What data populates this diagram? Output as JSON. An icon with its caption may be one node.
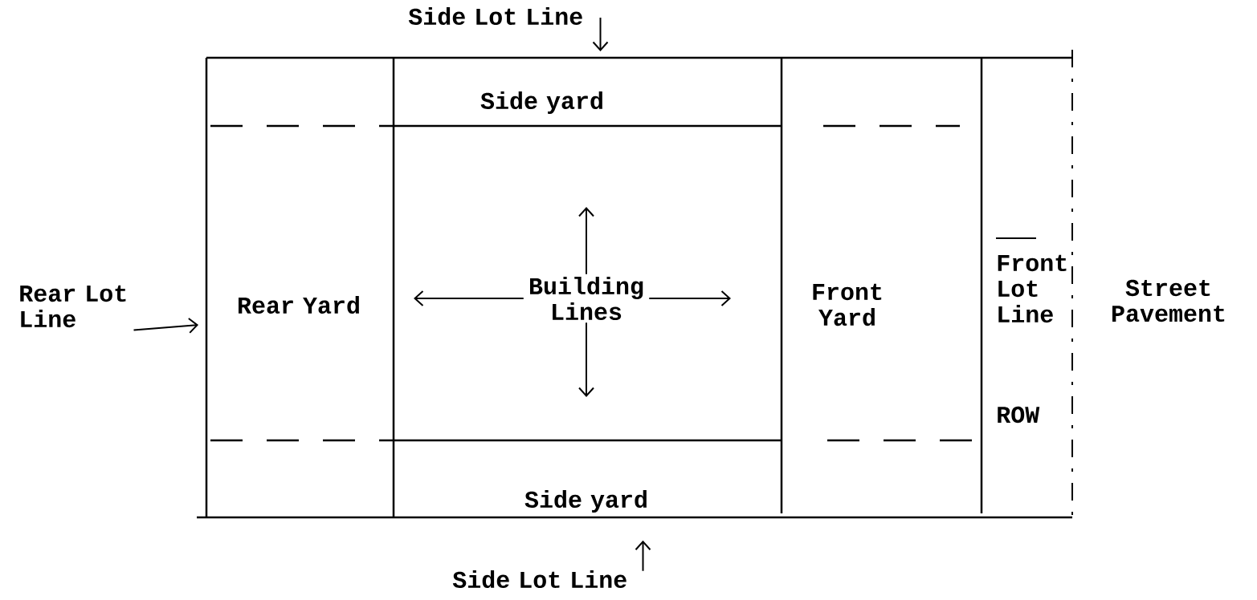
{
  "diagram": {
    "nodes": [
      {
        "text": [
          "Side Lot Line"
        ]
      },
      {
        "text": [
          "Rear Lot Line"
        ]
      },
      {
        "text": [
          "Building Lines"
        ]
      },
      {
        "text": [
          "Side Lot Line"
        ]
      }
    ],
    "edges": [
      {
        "from": 0,
        "to": null,
        "arrow": "to"
      },
      {
        "from": 1,
        "to": null,
        "arrow": "to"
      },
      {
        "from": 2,
        "to": null,
        "arrow": "to"
      },
      {
        "from": 2,
        "to": null,
        "arrow": "to"
      },
      {
        "from": 2,
        "to": null,
        "arrow": "to"
      },
      {
        "from": 2,
        "to": null,
        "arrow": "to"
      },
      {
        "from": 3,
        "to": null,
        "arrow": "to"
      }
    ],
    "labels": [
      "Side yard",
      "Rear Yard",
      "Front Yard",
      "Front Lot Line",
      "Street Pavement",
      "ROW",
      "Side yard"
    ]
  }
}
